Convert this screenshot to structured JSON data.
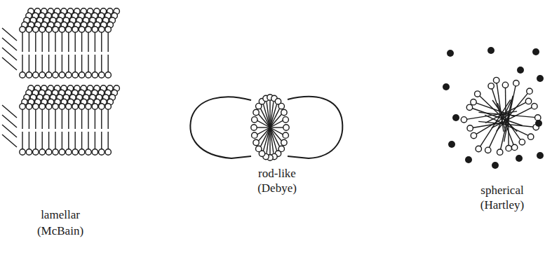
{
  "diagram": {
    "labels": [
      "lamellar",
      "(McBain)",
      "rod-like",
      "(Debye)",
      "spherical",
      "(Hartley)"
    ]
  }
}
